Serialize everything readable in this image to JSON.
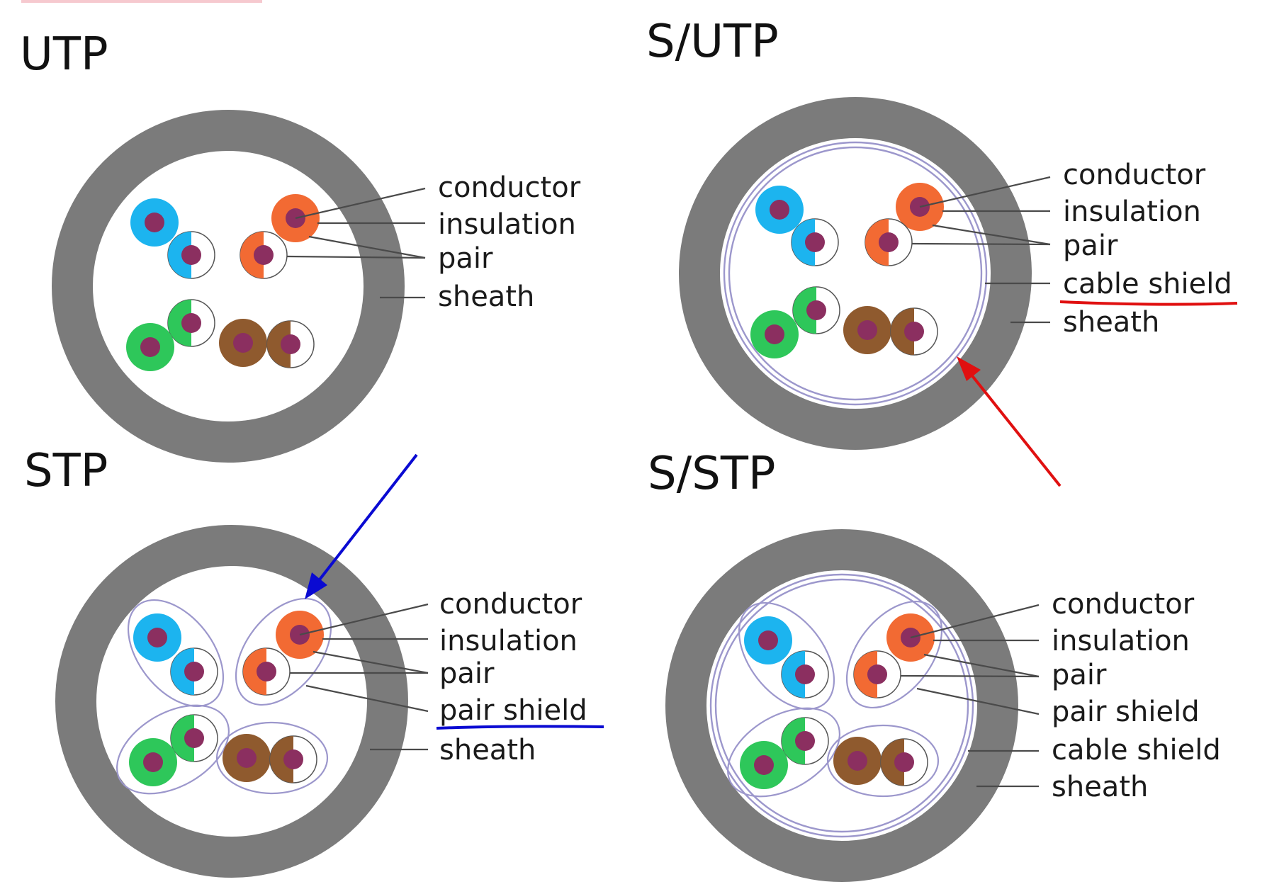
{
  "colors": {
    "sheath": "#7b7b7b",
    "shield": "#9c97cc",
    "conductor": "#8b2f60",
    "blue": "#1cb4ef",
    "orange": "#f26a33",
    "green": "#2ec75a",
    "brown": "#8f5a2e",
    "red_mark": "#e01010",
    "blue_mark": "#0a0ad2"
  },
  "panels": [
    {
      "title": "UTP",
      "labels": [
        "conductor",
        "insulation",
        "pair",
        "sheath"
      ]
    },
    {
      "title": "S/UTP",
      "labels": [
        "conductor",
        "insulation",
        "pair",
        "cable shield",
        "sheath"
      ],
      "highlight": "cable shield"
    },
    {
      "title": "STP",
      "labels": [
        "conductor",
        "insulation",
        "pair",
        "pair shield",
        "sheath"
      ],
      "highlight": "pair shield"
    },
    {
      "title": "S/STP",
      "labels": [
        "conductor",
        "insulation",
        "pair",
        "pair shield",
        "cable shield",
        "sheath"
      ]
    }
  ]
}
